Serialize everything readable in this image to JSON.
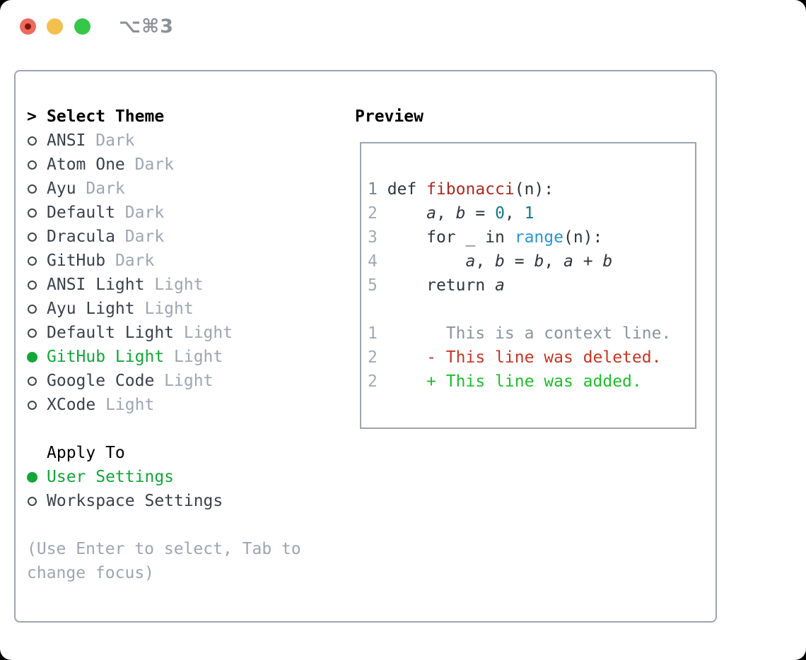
{
  "window": {
    "title_shortcut": "⌥⌘3"
  },
  "theme_selector": {
    "prompt": ">",
    "title": "Select Theme",
    "items": [
      {
        "name": "ANSI",
        "variant": "Dark",
        "selected": false
      },
      {
        "name": "Atom One",
        "variant": "Dark",
        "selected": false
      },
      {
        "name": "Ayu",
        "variant": "Dark",
        "selected": false
      },
      {
        "name": "Default",
        "variant": "Dark",
        "selected": false
      },
      {
        "name": "Dracula",
        "variant": "Dark",
        "selected": false
      },
      {
        "name": "GitHub",
        "variant": "Dark",
        "selected": false
      },
      {
        "name": "ANSI Light",
        "variant": "Light",
        "selected": false
      },
      {
        "name": "Ayu Light",
        "variant": "Light",
        "selected": false
      },
      {
        "name": "Default Light",
        "variant": "Light",
        "selected": false
      },
      {
        "name": "GitHub Light",
        "variant": "Light",
        "selected": true
      },
      {
        "name": "Google Code",
        "variant": "Light",
        "selected": false
      },
      {
        "name": "XCode",
        "variant": "Light",
        "selected": false
      }
    ],
    "apply_to": {
      "title": "Apply To",
      "options": [
        {
          "label": "User Settings",
          "selected": true
        },
        {
          "label": "Workspace Settings",
          "selected": false
        }
      ]
    },
    "hint_lines": [
      "(Use Enter to select, Tab to",
      "change focus)"
    ]
  },
  "preview": {
    "title": "Preview",
    "lines": [
      [
        {
          "t": "1 ",
          "c": "ln1"
        },
        {
          "t": "def ",
          "c": "code"
        },
        {
          "t": "fibonacci",
          "c": "fn"
        },
        {
          "t": "(n):",
          "c": "code"
        }
      ],
      [
        {
          "t": "2 ",
          "c": "ln"
        },
        {
          "t": "    ",
          "c": "code"
        },
        {
          "t": "a",
          "c": "var"
        },
        {
          "t": ", ",
          "c": "code"
        },
        {
          "t": "b",
          "c": "var"
        },
        {
          "t": " = ",
          "c": "code"
        },
        {
          "t": "0",
          "c": "lit"
        },
        {
          "t": ", ",
          "c": "code"
        },
        {
          "t": "1",
          "c": "lit"
        }
      ],
      [
        {
          "t": "3 ",
          "c": "ln"
        },
        {
          "t": "    for _ in ",
          "c": "code"
        },
        {
          "t": "range",
          "c": "blt"
        },
        {
          "t": "(n):",
          "c": "code"
        }
      ],
      [
        {
          "t": "4 ",
          "c": "ln"
        },
        {
          "t": "        ",
          "c": "code"
        },
        {
          "t": "a",
          "c": "var"
        },
        {
          "t": ", ",
          "c": "code"
        },
        {
          "t": "b",
          "c": "var"
        },
        {
          "t": " = ",
          "c": "code"
        },
        {
          "t": "b",
          "c": "var"
        },
        {
          "t": ", ",
          "c": "code"
        },
        {
          "t": "a",
          "c": "var"
        },
        {
          "t": " + ",
          "c": "code"
        },
        {
          "t": "b",
          "c": "var"
        }
      ],
      [
        {
          "t": "5 ",
          "c": "ln"
        },
        {
          "t": "    return ",
          "c": "code"
        },
        {
          "t": "a",
          "c": "var"
        }
      ],
      [],
      [
        {
          "t": "1",
          "c": "ln"
        },
        {
          "t": "       ",
          "c": "code"
        },
        {
          "t": "This is a context line.",
          "c": "ctx"
        }
      ],
      [
        {
          "t": "2",
          "c": "ln"
        },
        {
          "t": "     ",
          "c": "code"
        },
        {
          "t": "- This line was deleted.",
          "c": "del"
        }
      ],
      [
        {
          "t": "2",
          "c": "ln"
        },
        {
          "t": "     ",
          "c": "code"
        },
        {
          "t": "+ This line was added.",
          "c": "add"
        }
      ]
    ]
  },
  "colors": {
    "selection_green": "#12A737",
    "added_green": "#1EBE2B",
    "deleted_red": "#C63522",
    "function_red": "#AE2A1D",
    "literal_teal": "#0E7C87",
    "builtin_blue": "#2A93D7",
    "panel_border": "#9BA5B0"
  }
}
